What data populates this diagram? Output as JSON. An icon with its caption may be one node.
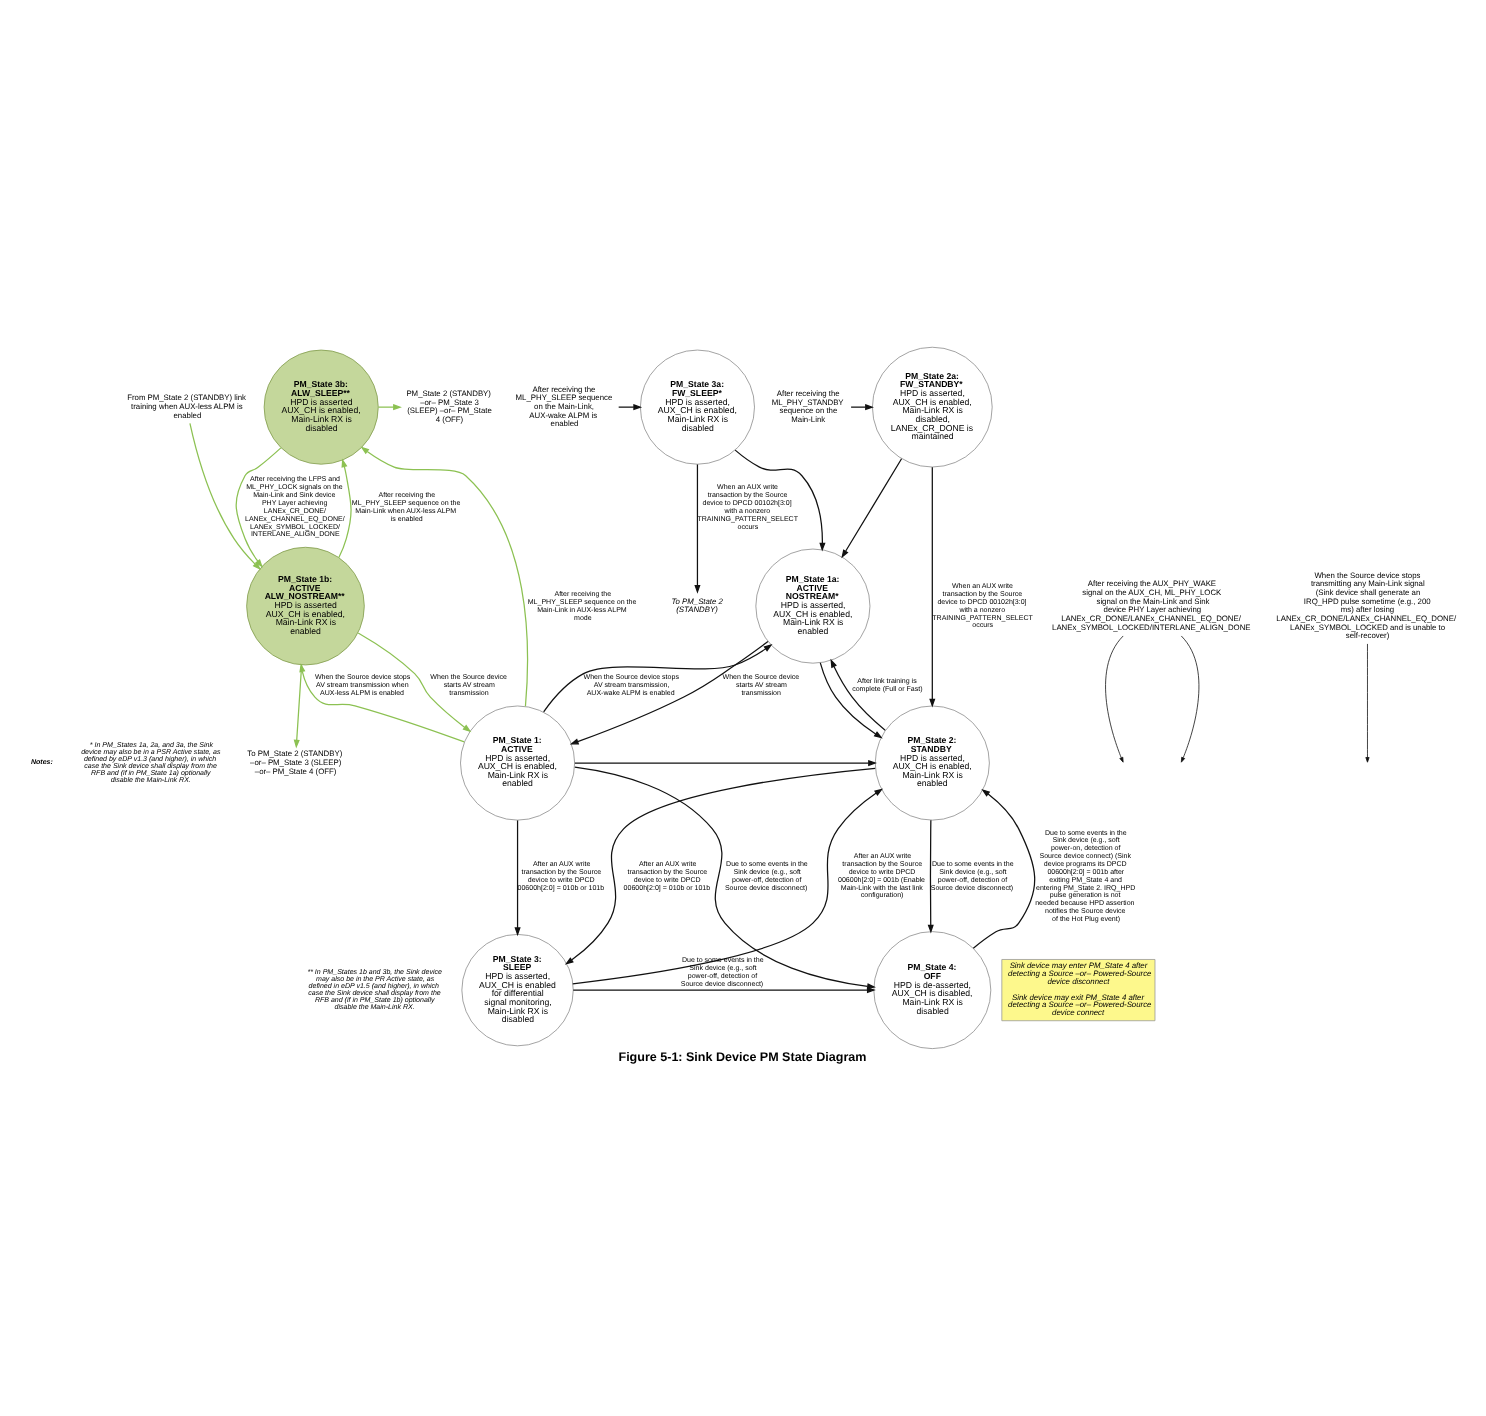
{
  "diagram": {
    "caption": "Figure 5-1: Sink Device PM State Diagram",
    "nodes": [
      {
        "text": [
          "PM_State 3b: ALW_SLEEP**",
          "HPD is asserted AUX_CH is enabled, Main-Link RX is disabled"
        ]
      },
      {
        "text": [
          "PM_State 2 (STANDBY) –or– PM_State 3 (SLEEP) –or– PM_State 4 (OFF)"
        ]
      },
      {
        "text": [
          "PM_State 3a: FW_SLEEP*",
          "HPD is asserted, AUX_CH is enabled, Main-Link RX is disabled"
        ]
      },
      {
        "text": [
          "After receiving the ML_PHY_SLEEP sequence on the Main-Link, AUX-wake ALPM is enabled"
        ]
      },
      {
        "text": [
          "After receiving the ML_PHY_STANDBY sequence on the Main-Link"
        ]
      },
      {
        "text": [
          "PM_State 2a: FW_STANDBY*",
          "HPD is asserted, AUX_CH is enabled, Main-Link RX is disabled, LANEx_CR_DONE is maintained"
        ]
      },
      {
        "text": [
          "After receiving the AUX_PHY_WAKE signal on the AUX_CH, ML_PHY_LOCK signal on the Main-Link and Sink device PHY Layer achieving LANEx_CR_DONE/LANEx_CHANNEL_EQ_DONE/ LANEx_SYMBOL_LOCKED/INTERLANE_ALIGN_DONE"
        ]
      },
      {
        "text": [
          "To PM_State 2 (STANDBY)"
        ]
      },
      {
        "text": [
          "PM_State 1a: ACTIVE NOSTREAM*",
          "HPD is asserted, AUX_CH is enabled, Main-Link RX is enabled"
        ]
      },
      {
        "text": [
          "PM_State 1b: ACTIVE ALW_NOSTREAM**",
          "HPD is asserted AUX_CH is enabled, Main-Link RX is enabled"
        ]
      },
      {
        "text": [
          "PM_State 1: ACTIVE",
          "HPD is asserted, AUX_CH is enabled, Main-Link RX is enabled"
        ]
      },
      {
        "text": [
          "When the Source device stops transmitting any Main-Link signal (Sink device shall generate an IRQ_HPD pulse sometime (e.g., 200 ms) after losing LANEx_CR_DONE/LANEx_CHANNEL_EQ_DONE/ LANEx_SYMBOL_LOCKED and is unable to self-recover)"
        ]
      },
      {
        "text": [
          "PM_State 2: STANDBY",
          "HPD is asserted, AUX_CH is enabled, Main-Link RX is enabled"
        ]
      },
      {
        "text": [
          "To PM_State 2 (STANDBY) –or– PM_State 3 (SLEEP) –or– PM_State 4 (OFF)"
        ]
      },
      {
        "text": [
          "From PM_State 2 (STANDBY) link training when AUX-less ALPM is enabled"
        ]
      },
      {
        "text": [
          "PM_State 3: SLEEP",
          "HPD is asserted, AUX_CH is enabled for differential signal monitoring, Main-Link RX is disabled"
        ]
      },
      {
        "text": [
          "PM_State 4: OFF",
          "HPD is de-asserted, AUX_CH is disabled, Main-Link RX is disabled"
        ]
      },
      {
        "text": [
          "Sink device may enter PM_State 4 after detecting a Source –or– Powered-Source device disconnect",
          "Sink device may exit PM_State 4 after detecting a Source –or– Powered-Source device connect"
        ]
      }
    ],
    "edges": [
      {
        "from": 0,
        "to": 1,
        "arrow": "to",
        "color": "#8cc152"
      },
      {
        "from": 0,
        "to": 9,
        "arrow": "to",
        "color": "#8cc152",
        "label": "After receiving the LFPS and ML_PHY_LOCK signals on the Main-Link and Sink device PHY Layer achieving LANEx_CR_DONE/ LANEx_CHANNEL_EQ_DONE/ LANEx_SYMBOL_LOCKED/ INTERLANE_ALIGN_DONE"
      },
      {
        "from": 9,
        "to": 0,
        "arrow": "to",
        "color": "#8cc152",
        "label": "After receiving the ML_PHY_SLEEP sequence on the Main-Link when AUX-less ALPM is enabled"
      },
      {
        "from": 10,
        "to": 0,
        "arrow": "to",
        "color": "#8cc152",
        "label": "After receiving the ML_PHY_SLEEP sequence on the Main-Link in AUX-less ALPM mode"
      },
      {
        "from": 3,
        "to": 2,
        "arrow": "to"
      },
      {
        "from": 4,
        "to": 5,
        "arrow": "to"
      },
      {
        "from": 6,
        "to": null,
        "arrow": "to"
      },
      {
        "from": 6,
        "to": null,
        "arrow": "to"
      },
      {
        "from": 2,
        "to": 8,
        "arrow": "to"
      },
      {
        "from": 5,
        "to": 8,
        "arrow": "to"
      },
      {
        "from": 2,
        "to": 7,
        "arrow": "to",
        "label": "When an AUX write transaction by the Source device to DPCD 00102h[3:0] with a nonzero TRAINING_PATTERN_SELECT occurs"
      },
      {
        "from": 5,
        "to": 12,
        "arrow": "to",
        "label": "When an AUX write transaction by the Source device to DPCD 00102h[3:0] with a nonzero TRAINING_PATTERN_SELECT occurs"
      },
      {
        "from": 12,
        "to": 8,
        "arrow": "to",
        "label": "After link training is complete (Full or Fast)"
      },
      {
        "from": 8,
        "to": 12,
        "arrow": "to"
      },
      {
        "from": 11,
        "to": null,
        "arrow": "to"
      },
      {
        "from": 8,
        "to": 10,
        "arrow": "to",
        "label": "When the Source device starts AV stream transmission"
      },
      {
        "from": 10,
        "to": 8,
        "arrow": "to",
        "label": "When the Source device stops AV stream transmission, AUX-wake ALPM is enabled"
      },
      {
        "from": 9,
        "to": 10,
        "arrow": "to",
        "color": "#8cc152",
        "label": "When the Source device starts AV stream transmission"
      },
      {
        "from": 10,
        "to": 9,
        "arrow": "to",
        "color": "#8cc152",
        "label": "When the Source device stops AV stream transmission when AUX-less ALPM is enabled"
      },
      {
        "from": 10,
        "to": 12,
        "arrow": "to"
      },
      {
        "from": 9,
        "to": 13,
        "arrow": "to",
        "color": "#8cc152"
      },
      {
        "from": 14,
        "to": 9,
        "arrow": "to",
        "color": "#8cc152"
      },
      {
        "from": 10,
        "to": 15,
        "arrow": "to",
        "label": "After an AUX write transaction by the Source device to write DPCD 00600h[2:0] = 010b or 101b"
      },
      {
        "from": 12,
        "to": 15,
        "arrow": "to",
        "label": "After an AUX write transaction by the Source device to write DPCD 00600h[2:0] = 010b or 101b"
      },
      {
        "from": 15,
        "to": 12,
        "arrow": "to",
        "label": "After an AUX write transaction by the Source device to write DPCD 00600h[2:0] = 001b (Enable Main-Link with the last link configuration)"
      },
      {
        "from": 10,
        "to": 16,
        "arrow": "to",
        "label": "Due to some events in the Sink device (e.g., soft power-off, detection of Source device disconnect)"
      },
      {
        "from": 15,
        "to": 16,
        "arrow": "to",
        "label": "Due to some events in the Sink device (e.g., soft power-off, detection of Source device disconnect)"
      },
      {
        "from": 16,
        "to": 12,
        "arrow": "to",
        "label": "Due to some events in the Sink device (e.g., soft power-on, detection of Source device connect) (Sink device programs its DPCD 00600h[2:0] = 001b after exiting PM_State 4 and entering PM_State 2. IRQ_HPD pulse generation is not needed because HPD assertion notifies the Source device of the Hot Plug event)"
      },
      {
        "from": 12,
        "to": 16,
        "arrow": "to",
        "label": "Due to some events in the Sink device (e.g., soft power-off, detection of Source device disconnect)"
      }
    ],
    "labels": [
      "Notes:",
      "* In PM_States 1a, 2a, and 3a, the Sink device may also be in a PSR Active state, as defined by eDP v1.3 (and higher), in which case the Sink device shall display from the RFB and (if in PM_State 1a) optionally disable the Main-Link RX.",
      "** In PM_States 1b and 3b, the Sink device may also be in the PR Active state, as defined in eDP v1.5 (and higher), in which case the Sink device shall display from the RFB and (if in PM_State 1b) optionally disable the Main-Link RX."
    ]
  }
}
